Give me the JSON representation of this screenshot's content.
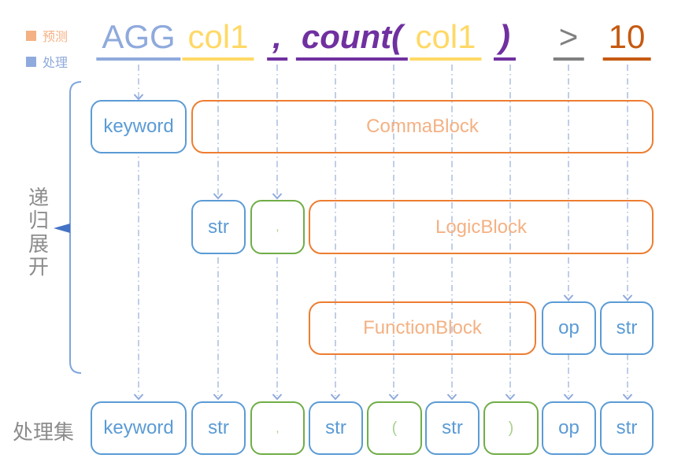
{
  "legend": {
    "items": [
      {
        "label": "预测",
        "color": "#F4B183"
      },
      {
        "label": "处理",
        "color": "#8FAADC"
      }
    ]
  },
  "expression": {
    "tokens": [
      {
        "text": "AGG",
        "style": "blue"
      },
      {
        "text": "col1",
        "style": "yellow"
      },
      {
        "text": ",",
        "style": "purple"
      },
      {
        "text": "count(",
        "style": "purple"
      },
      {
        "text": "col1",
        "style": "yellow"
      },
      {
        "text": ")",
        "style": "purple"
      },
      {
        "text": ">",
        "style": "gray"
      },
      {
        "text": "10",
        "style": "brown"
      }
    ]
  },
  "labels": {
    "expansion": "递归展开",
    "result_set": "处理集"
  },
  "rows": {
    "expansion1": [
      {
        "label": "keyword",
        "type": "blue"
      },
      {
        "label": "CommaBlock",
        "type": "orange"
      }
    ],
    "expansion2": [
      {
        "label": "str",
        "type": "blue"
      },
      {
        "label": ",",
        "type": "green"
      },
      {
        "label": "LogicBlock",
        "type": "orange"
      }
    ],
    "expansion3": [
      {
        "label": "FunctionBlock",
        "type": "orange"
      },
      {
        "label": "op",
        "type": "blue"
      },
      {
        "label": "str",
        "type": "blue"
      }
    ],
    "result": [
      {
        "label": "keyword",
        "type": "blue"
      },
      {
        "label": "str",
        "type": "blue"
      },
      {
        "label": ",",
        "type": "green"
      },
      {
        "label": "str",
        "type": "blue"
      },
      {
        "label": "(",
        "type": "green"
      },
      {
        "label": "str",
        "type": "blue"
      },
      {
        "label": ")",
        "type": "green"
      },
      {
        "label": "op",
        "type": "blue"
      },
      {
        "label": "str",
        "type": "blue"
      }
    ]
  },
  "colors": {
    "process_blue": "#5B9BD5",
    "light_blue": "#8FAADC",
    "predict_orange": "#ED7D31",
    "light_orange": "#F4B183",
    "green": "#70AD47",
    "purple": "#7030A0",
    "yellow": "#FFD966",
    "gray": "#808080",
    "brown": "#C55A11"
  }
}
